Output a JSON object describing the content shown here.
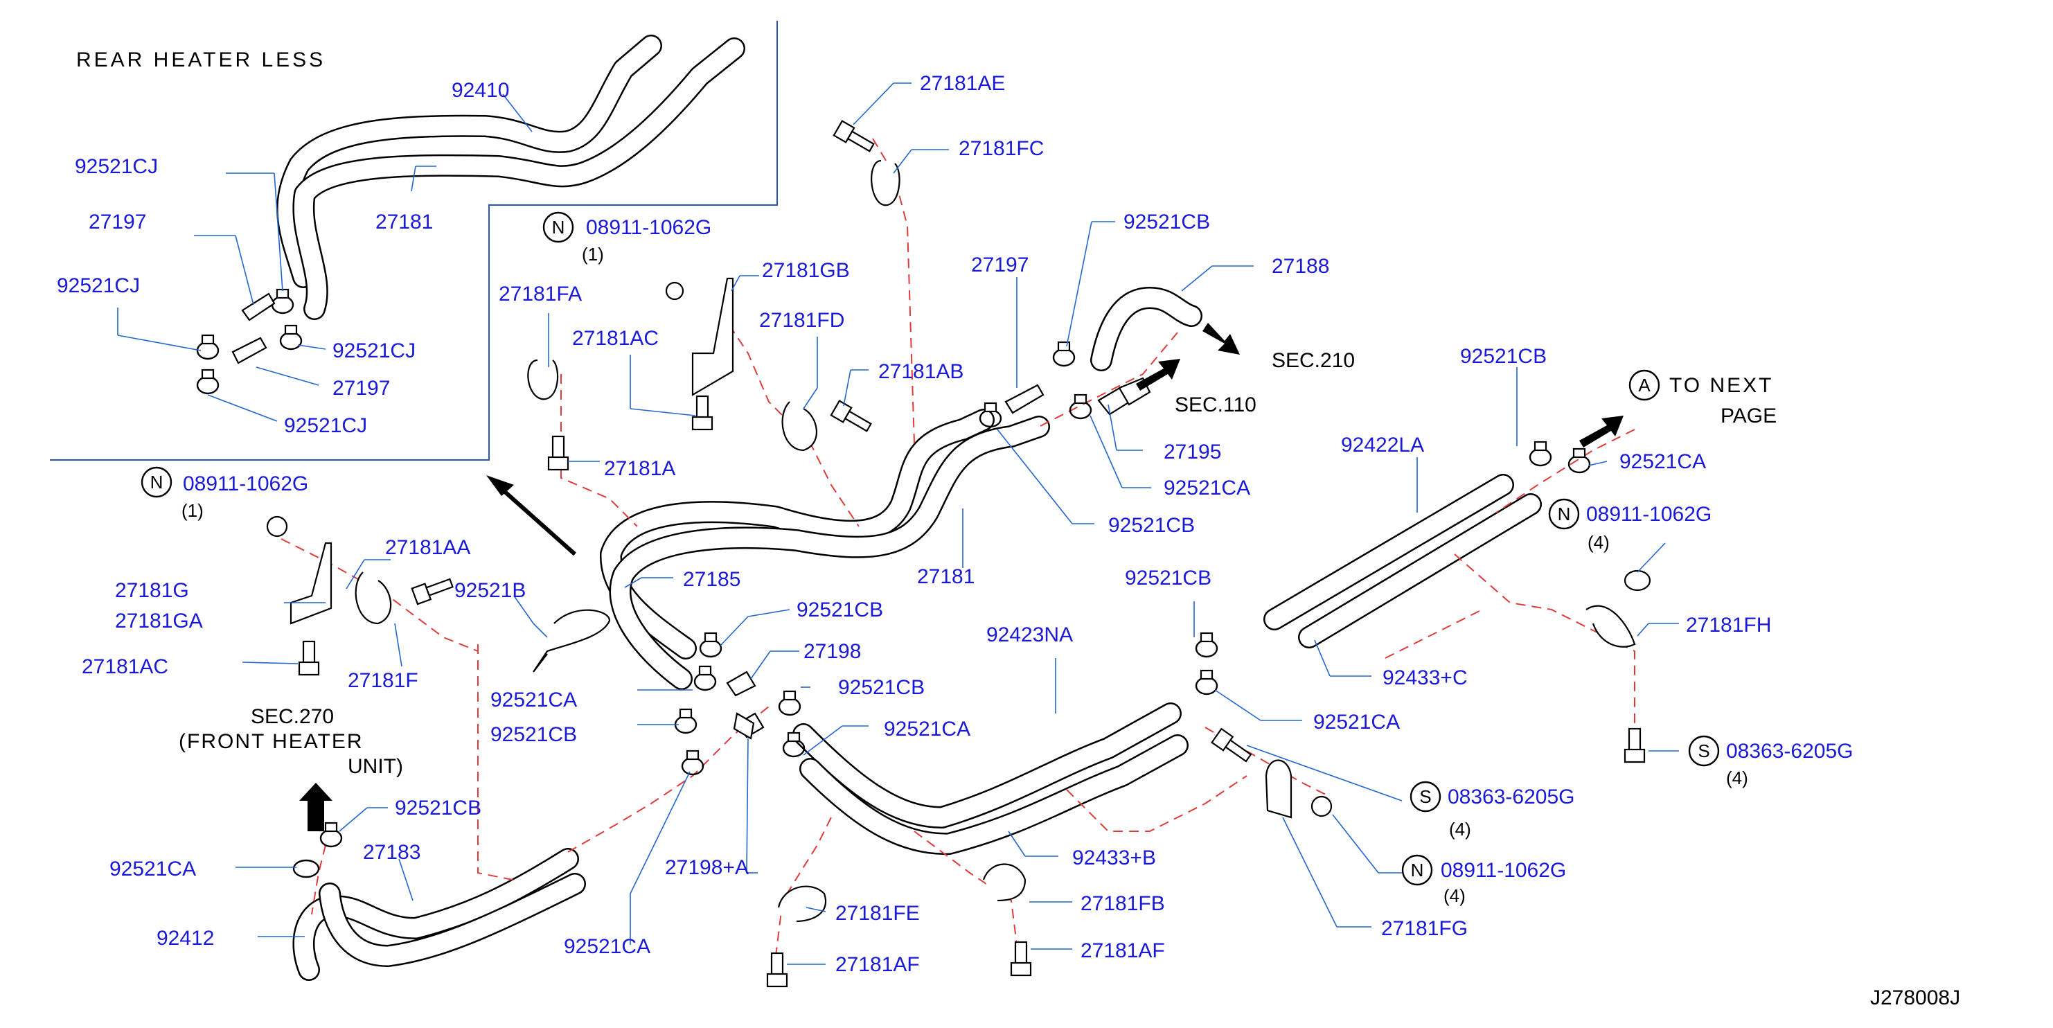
{
  "colors": {
    "part_number": "#1a1ad6",
    "leader_line": "#2266cc",
    "dashed_line": "#e03a3a",
    "frame": "#2a55b0"
  },
  "inset": {
    "title": "REAR HEATER LESS"
  },
  "labels": [
    "92410",
    "92521CJ",
    "27197",
    "27181",
    "92521CJ",
    "92521CJ",
    "27197",
    "92521CJ",
    "27181AE",
    "27181FC",
    "08911-1062G",
    "27181GB",
    "27181FA",
    "27181AC",
    "27181FD",
    "27181AB",
    "27181A",
    "27197",
    "92521CB",
    "27188",
    "92521CA",
    "27195",
    "92521CB",
    "27181",
    "08911-1062G",
    "27181AA",
    "27181G",
    "27181GA",
    "92521B",
    "27185",
    "27181AC",
    "27181F",
    "92521CB",
    "27198",
    "92521CA",
    "92521CB",
    "92521CB",
    "92521CA",
    "27198+A",
    "92521CA",
    "92521CB",
    "92521CA",
    "27183",
    "92412",
    "92423NA",
    "92433+B",
    "27181FE",
    "27181AF",
    "27181FB",
    "27181AF",
    "92521CB",
    "92521CA",
    "92422LA",
    "92521CB",
    "92521CA",
    "08911-1062G",
    "27181FH",
    "92433+C",
    "08363-6205G",
    "08363-6205G",
    "08911-1062G",
    "27181FG"
  ],
  "plain_text": {
    "sec210": "SEC.210",
    "sec110": "SEC.110",
    "sec270_a": "SEC.270",
    "sec270_b": "(FRONT HEATER",
    "sec270_c": "UNIT)",
    "to_next_1": "TO NEXT",
    "to_next_2": "PAGE",
    "figure_id": "J278008J"
  },
  "quantities": [
    "(1)",
    "(1)",
    "(4)",
    "(4)",
    "(4)",
    "(4)"
  ],
  "symbols": [
    "N",
    "N",
    "N",
    "N",
    "S",
    "S",
    "A"
  ]
}
